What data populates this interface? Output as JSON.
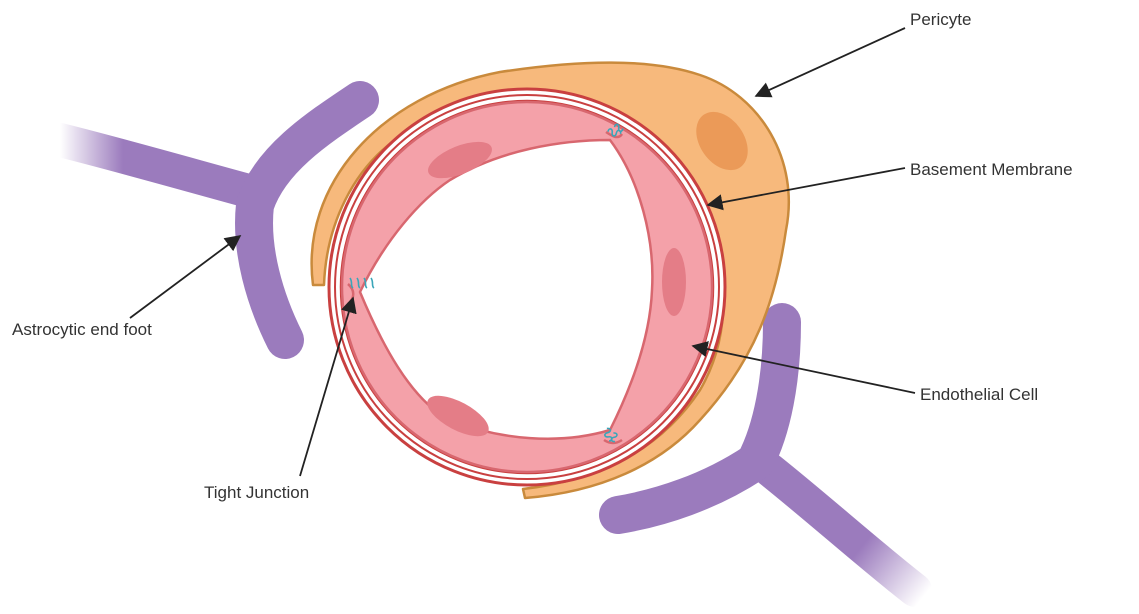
{
  "labels": {
    "pericyte": "Pericyte",
    "basement_membrane": "Basement Membrane",
    "astrocytic_end_foot": "Astrocytic end foot",
    "endothelial_cell": "Endothelial Cell",
    "tight_junction": "Tight Junction"
  },
  "colors": {
    "astrocyte": "#9b7bbd",
    "pericyte_fill": "#f7b97c",
    "pericyte_stroke": "#c98a3c",
    "pericyte_nucleus": "#eb9a58",
    "basement_membrane": "#c94040",
    "endothelial_fill": "#f4a1a9",
    "endothelial_stroke": "#d8676f",
    "endothelial_nucleus": "#e47d87",
    "tight_junction": "#3aa6b9",
    "arrow": "#222222"
  }
}
